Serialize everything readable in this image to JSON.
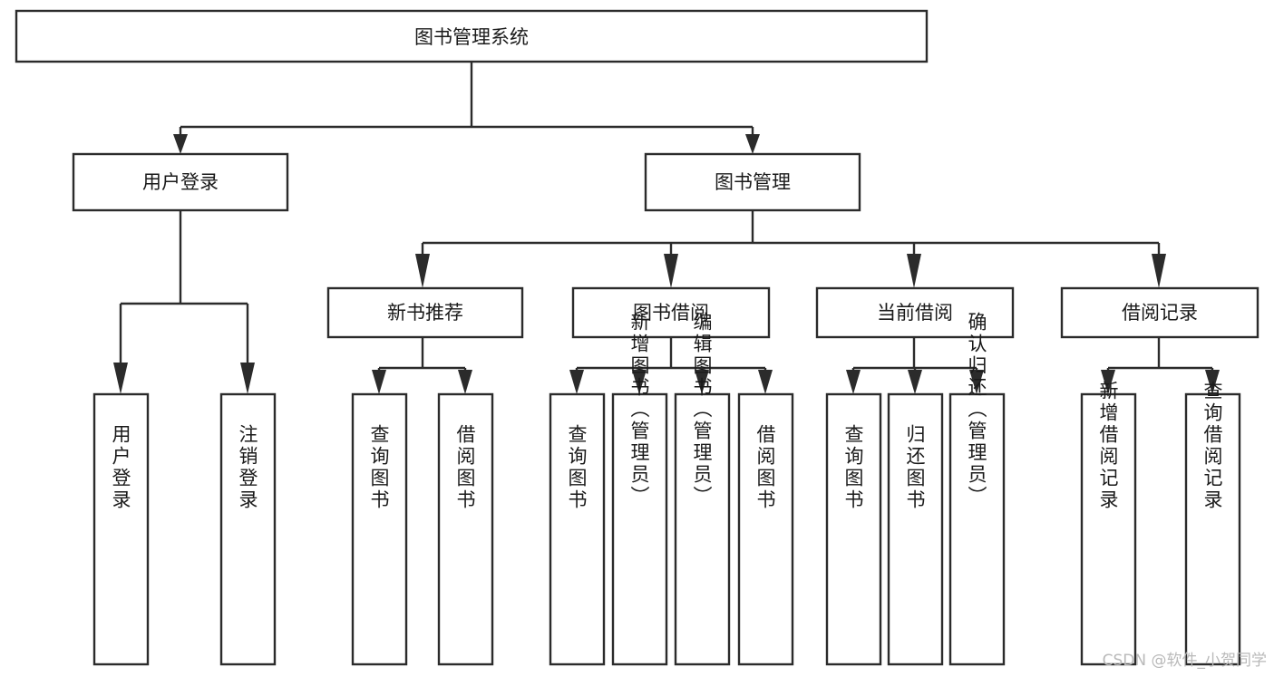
{
  "diagram": {
    "title_node": {
      "label": "图书管理系统"
    },
    "level2": [
      {
        "label": "用户登录"
      },
      {
        "label": "图书管理"
      }
    ],
    "level3": [
      {
        "label": "新书推荐"
      },
      {
        "label": "图书借阅"
      },
      {
        "label": "当前借阅"
      },
      {
        "label": "借阅记录"
      }
    ],
    "leaves": {
      "user_login": [
        {
          "label": "用户登录"
        },
        {
          "label": "注销登录"
        }
      ],
      "new_book": [
        {
          "label": "查询图书"
        },
        {
          "label": "借阅图书"
        }
      ],
      "book_borrow": [
        {
          "label": "查询图书"
        },
        {
          "label": "新增图书（管理员）"
        },
        {
          "label": "编辑图书（管理员）"
        },
        {
          "label": "借阅图书"
        }
      ],
      "current_borrow": [
        {
          "label": "查询图书"
        },
        {
          "label": "归还图书"
        },
        {
          "label": "确认归还（管理员）"
        }
      ],
      "borrow_record": [
        {
          "label": "新增借阅记录"
        },
        {
          "label": "查询借阅记录"
        }
      ]
    }
  },
  "watermark": {
    "text": "CSDN @软件_小贺同学"
  },
  "colors": {
    "box_stroke": "#2b2b2b",
    "box_fill": "#ffffff",
    "text": "#1a1a1a",
    "watermark": "#b9b9b9",
    "background": "#ffffff"
  },
  "chart_data": {
    "type": "diagram",
    "subtype": "tree",
    "title": "图书管理系统",
    "orientation": "top-down",
    "nodes": [
      {
        "id": "root",
        "label": "图书管理系统",
        "level": 0
      },
      {
        "id": "login",
        "label": "用户登录",
        "level": 1
      },
      {
        "id": "bookmgmt",
        "label": "图书管理",
        "level": 1
      },
      {
        "id": "newbook",
        "label": "新书推荐",
        "level": 2
      },
      {
        "id": "borrow",
        "label": "图书借阅",
        "level": 2
      },
      {
        "id": "current",
        "label": "当前借阅",
        "level": 2
      },
      {
        "id": "record",
        "label": "借阅记录",
        "level": 2
      },
      {
        "id": "l1",
        "label": "用户登录",
        "level": 3
      },
      {
        "id": "l2",
        "label": "注销登录",
        "level": 3
      },
      {
        "id": "l3",
        "label": "查询图书",
        "level": 3
      },
      {
        "id": "l4",
        "label": "借阅图书",
        "level": 3
      },
      {
        "id": "l5",
        "label": "查询图书",
        "level": 3
      },
      {
        "id": "l6",
        "label": "新增图书（管理员）",
        "level": 3
      },
      {
        "id": "l7",
        "label": "编辑图书（管理员）",
        "level": 3
      },
      {
        "id": "l8",
        "label": "借阅图书",
        "level": 3
      },
      {
        "id": "l9",
        "label": "查询图书",
        "level": 3
      },
      {
        "id": "l10",
        "label": "归还图书",
        "level": 3
      },
      {
        "id": "l11",
        "label": "确认归还（管理员）",
        "level": 3
      },
      {
        "id": "l12",
        "label": "新增借阅记录",
        "level": 3
      },
      {
        "id": "l13",
        "label": "查询借阅记录",
        "level": 3
      }
    ],
    "edges": [
      {
        "from": "root",
        "to": "login"
      },
      {
        "from": "root",
        "to": "bookmgmt"
      },
      {
        "from": "bookmgmt",
        "to": "newbook"
      },
      {
        "from": "bookmgmt",
        "to": "borrow"
      },
      {
        "from": "bookmgmt",
        "to": "current"
      },
      {
        "from": "bookmgmt",
        "to": "record"
      },
      {
        "from": "login",
        "to": "l1"
      },
      {
        "from": "login",
        "to": "l2"
      },
      {
        "from": "newbook",
        "to": "l3"
      },
      {
        "from": "newbook",
        "to": "l4"
      },
      {
        "from": "borrow",
        "to": "l5"
      },
      {
        "from": "borrow",
        "to": "l6"
      },
      {
        "from": "borrow",
        "to": "l7"
      },
      {
        "from": "borrow",
        "to": "l8"
      },
      {
        "from": "current",
        "to": "l9"
      },
      {
        "from": "current",
        "to": "l10"
      },
      {
        "from": "current",
        "to": "l11"
      },
      {
        "from": "record",
        "to": "l12"
      },
      {
        "from": "record",
        "to": "l13"
      }
    ]
  }
}
